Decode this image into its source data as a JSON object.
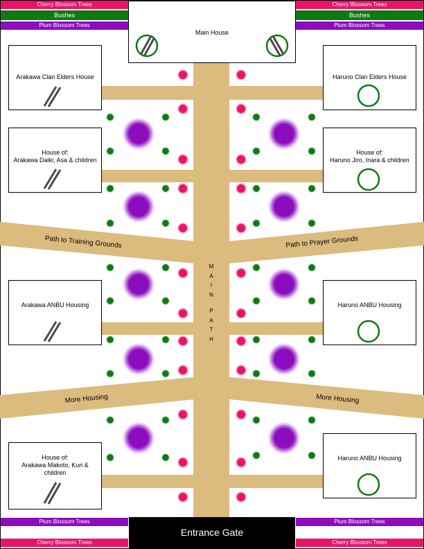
{
  "top_left_bands": {
    "cherry": "Cherry Blossom Trees",
    "bushes": "Bushes",
    "plum": "Plum Blossom Trees"
  },
  "top_right_bands": {
    "cherry": "Cherry Blossom Trees",
    "bushes": "Bushes",
    "plum": "Plum Blossom Trees"
  },
  "bottom_left_bands": {
    "plum": "Plum Blossom Trees",
    "cherry": "Cherry Blossom Trees"
  },
  "bottom_right_bands": {
    "plum": "Plum Blossom Trees",
    "cherry": "Cherry Blossom Trees"
  },
  "main_house": {
    "label": "Main House",
    "crests": [
      "crossed-sticks-in-green-circle-icon",
      "crossed-sticks-in-green-circle-icon"
    ]
  },
  "main_path": {
    "letters": [
      "M",
      "A",
      "I",
      "N",
      "P",
      "A",
      "T",
      "H"
    ]
  },
  "paths": {
    "training": "Path to Training Grounds",
    "prayer": "Path to Prayer Grounds",
    "more_left": "More Housing",
    "more_right": "More Housing"
  },
  "gate": {
    "label": "Entrance Gate"
  },
  "left_houses": [
    {
      "lines": [
        "Arakawa Clan Elders House"
      ],
      "crest": "crossed-sticks-icon"
    },
    {
      "lines": [
        "House of:",
        "Arakawa Daiki, Asa & children"
      ],
      "crest": "crossed-sticks-icon"
    },
    {
      "lines": [
        "Arakawa ANBU Housing"
      ],
      "crest": "crossed-sticks-icon"
    },
    {
      "lines": [
        "House of:",
        "Arakawa Makoto, Kuri &",
        "children"
      ],
      "crest": "crossed-sticks-icon"
    }
  ],
  "right_houses": [
    {
      "lines": [
        "Haruno Clan Elders House"
      ],
      "crest": "green-circle-icon"
    },
    {
      "lines": [
        "House of:",
        "Haruno Jiro, Inara & children"
      ],
      "crest": "green-circle-icon"
    },
    {
      "lines": [
        "Haruno ANBU Housing"
      ],
      "crest": "green-circle-icon"
    },
    {
      "lines": [
        "Haruno ANBU Housing"
      ],
      "crest": "green-circle-icon"
    }
  ],
  "colors": {
    "cherry": "#ea1367",
    "bush": "#0d7a12",
    "plum": "#8b0dbd",
    "path": "#dcbb7f",
    "gate": "#000000",
    "crest_green": "#0d7a12"
  }
}
